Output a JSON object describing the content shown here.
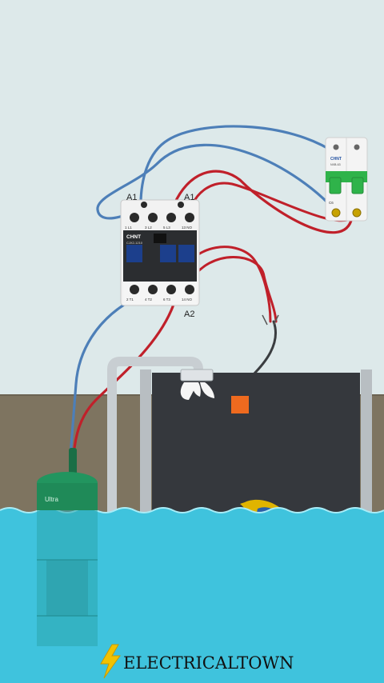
{
  "contactor": {
    "brand": "CHNT",
    "model": "CJX2-1210",
    "coil_top_label": "A1",
    "coil_bottom_label": "A2",
    "top_terminal_labels": [
      "1 L1",
      "3 L2",
      "5 L3",
      "13 NO"
    ],
    "bottom_terminal_labels": [
      "2 T1",
      "4 T2",
      "6 T3",
      "14 NO"
    ]
  },
  "breaker": {
    "brand": "CHNT",
    "model": "NXB-63",
    "rating": "C6"
  },
  "pump": {
    "label": "Ultra"
  },
  "watermark": {
    "brand": "ELECTRICALTOWN",
    "icon": "lightning-bolt-icon"
  },
  "colors": {
    "wire_blue": "#4d7fb8",
    "wire_red": "#c0202a",
    "water": "#3fc3dd",
    "tank": "#35383d",
    "ground": "#7e7460",
    "pump": "#1f8a58",
    "float_switch": "#2b5fa8",
    "float_switch_top": "#e0b400",
    "bolt": "#f2c200"
  }
}
